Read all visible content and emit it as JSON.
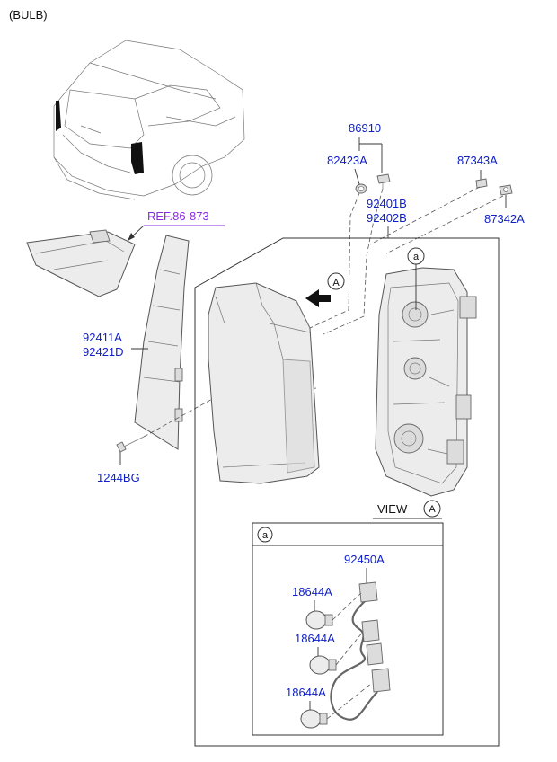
{
  "header": {
    "title": "(BULB)"
  },
  "labels": {
    "ref": "REF.86-873",
    "p86910": "86910",
    "p82423a": "82423A",
    "p92401b": "92401B",
    "p92402b": "92402B",
    "p87343a": "87343A",
    "p87342a": "87342A",
    "p92411a": "92411A",
    "p92421d": "92421D",
    "p1244bg": "1244BG",
    "p92450a": "92450A",
    "p18644a_1": "18644A",
    "p18644a_2": "18644A",
    "p18644a_3": "18644A"
  },
  "callouts": {
    "view_text": "VIEW",
    "view_marker": "A",
    "arrow_marker": "A",
    "detail_marker": "a",
    "detail_box_marker": "a"
  },
  "colors": {
    "part_number": "#1020c8",
    "reference": "#8a2be2",
    "outline": "#333333"
  }
}
